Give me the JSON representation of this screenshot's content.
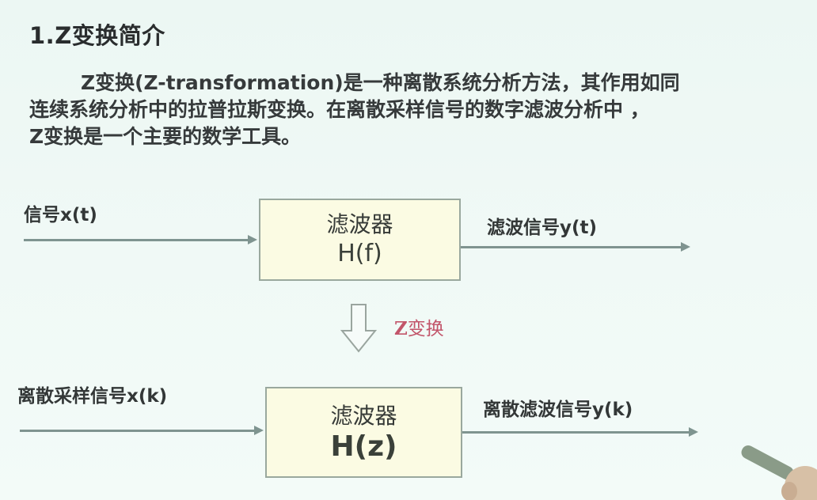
{
  "slide": {
    "title": "1.Z变换简介",
    "paragraph": {
      "lines": [
        "Z变换(Z-transformation)是一种离散系统分析方法，其作用如同",
        "连续系统分析中的拉普拉斯变换。在离散采样信号的数字滤波分析中 ，",
        "Z变换是一个主要的数学工具。"
      ]
    },
    "diagram": {
      "continuous": {
        "input_label": "信号x(t)",
        "filter_name": "滤波器",
        "filter_function": "H(f)",
        "output_label": "滤波信号y(t)"
      },
      "transform": {
        "icon": "down-arrow-icon",
        "label_z": "Z",
        "label_text": "变换",
        "color": "#c2556a"
      },
      "discrete": {
        "input_label": "离散采样信号x(k)",
        "filter_name": "滤波器",
        "filter_function": "H(z)",
        "output_label": "离散滤波信号y(k)"
      }
    },
    "colors": {
      "background": "#eef8f4",
      "box_fill": "#fbfbe3",
      "box_border": "#9aa89e",
      "arrow": "#7f9490",
      "text": "#333737"
    }
  }
}
